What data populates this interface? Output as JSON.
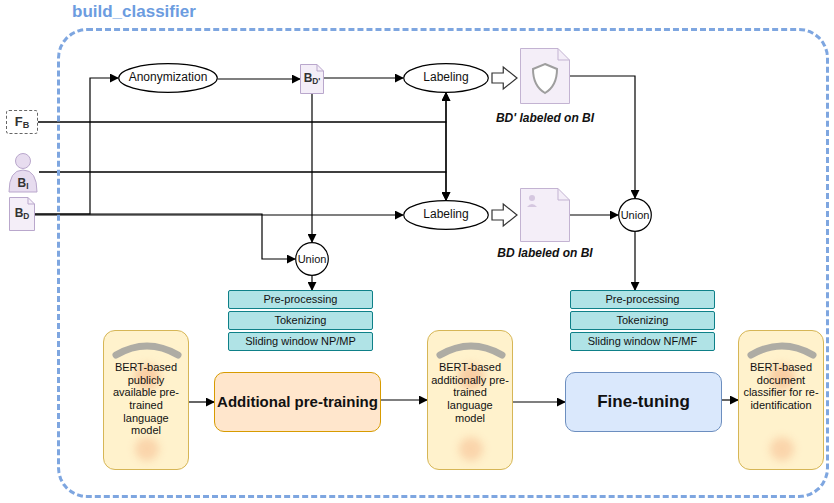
{
  "diagram": {
    "nodes": [
      {
        "text": [
          "build_classifier"
        ]
      },
      {
        "text": [
          "FB"
        ]
      },
      {
        "text": [
          "BI"
        ]
      },
      {
        "text": [
          "BD"
        ]
      },
      {
        "text": [
          "Anonymization"
        ],
        "in": 0
      },
      {
        "text": [
          "BD'"
        ],
        "in": 0
      },
      {
        "text": [
          "Labeling"
        ],
        "in": 0
      },
      {
        "text": [
          "BD' labeled on BI"
        ],
        "in": 0
      },
      {
        "text": [
          "Labeling"
        ],
        "in": 0
      },
      {
        "text": [
          "BD labeled on BI"
        ],
        "in": 0
      },
      {
        "text": [
          "Union"
        ],
        "in": 0
      },
      {
        "text": [
          "Union"
        ],
        "in": 0
      },
      {
        "text": [
          "Pre-processing"
        ],
        "in": 0
      },
      {
        "text": [
          "Tokenizing"
        ],
        "in": 0
      },
      {
        "text": [
          "Sliding window NP/MP"
        ],
        "in": 0
      },
      {
        "text": [
          "Pre-processing"
        ],
        "in": 0
      },
      {
        "text": [
          "Tokenizing"
        ],
        "in": 0
      },
      {
        "text": [
          "Sliding window NF/MF"
        ],
        "in": 0
      },
      {
        "text": [
          "BERT-based publicly available pre-trained language model"
        ],
        "in": 0
      },
      {
        "text": [
          "Additional pre-training"
        ],
        "in": 0
      },
      {
        "text": [
          "BERT-based additionally pre-trained language model"
        ],
        "in": 0
      },
      {
        "text": [
          "Fine-tuning"
        ],
        "in": 0
      },
      {
        "text": [
          "BERT-based document classifier for re-identification"
        ],
        "in": 0
      }
    ],
    "edges": [
      {
        "from": 3,
        "to": 4,
        "arrow": "to"
      },
      {
        "from": 4,
        "to": 5,
        "arrow": "to"
      },
      {
        "from": 5,
        "to": 6,
        "arrow": "to"
      },
      {
        "from": 6,
        "to": 7,
        "arrow": "to"
      },
      {
        "from": 1,
        "to": 6,
        "arrow": "to"
      },
      {
        "from": 1,
        "to": 8,
        "arrow": "to"
      },
      {
        "from": 2,
        "to": 6,
        "arrow": "to"
      },
      {
        "from": 2,
        "to": 8,
        "arrow": "to"
      },
      {
        "from": 3,
        "to": 8,
        "arrow": "to"
      },
      {
        "from": 8,
        "to": 9,
        "arrow": "to"
      },
      {
        "from": 9,
        "to": 10,
        "arrow": "to"
      },
      {
        "from": 7,
        "to": 10,
        "arrow": "to"
      },
      {
        "from": 10,
        "to": 15,
        "arrow": "to"
      },
      {
        "from": 3,
        "to": 11,
        "arrow": "to"
      },
      {
        "from": 5,
        "to": 11,
        "arrow": "to"
      },
      {
        "from": 11,
        "to": 12,
        "arrow": "to"
      },
      {
        "from": 18,
        "to": 19,
        "arrow": "to"
      },
      {
        "from": 19,
        "to": 20,
        "arrow": "to"
      },
      {
        "from": 20,
        "to": 21,
        "arrow": "to"
      },
      {
        "from": 21,
        "to": 22,
        "arrow": "to"
      }
    ]
  }
}
